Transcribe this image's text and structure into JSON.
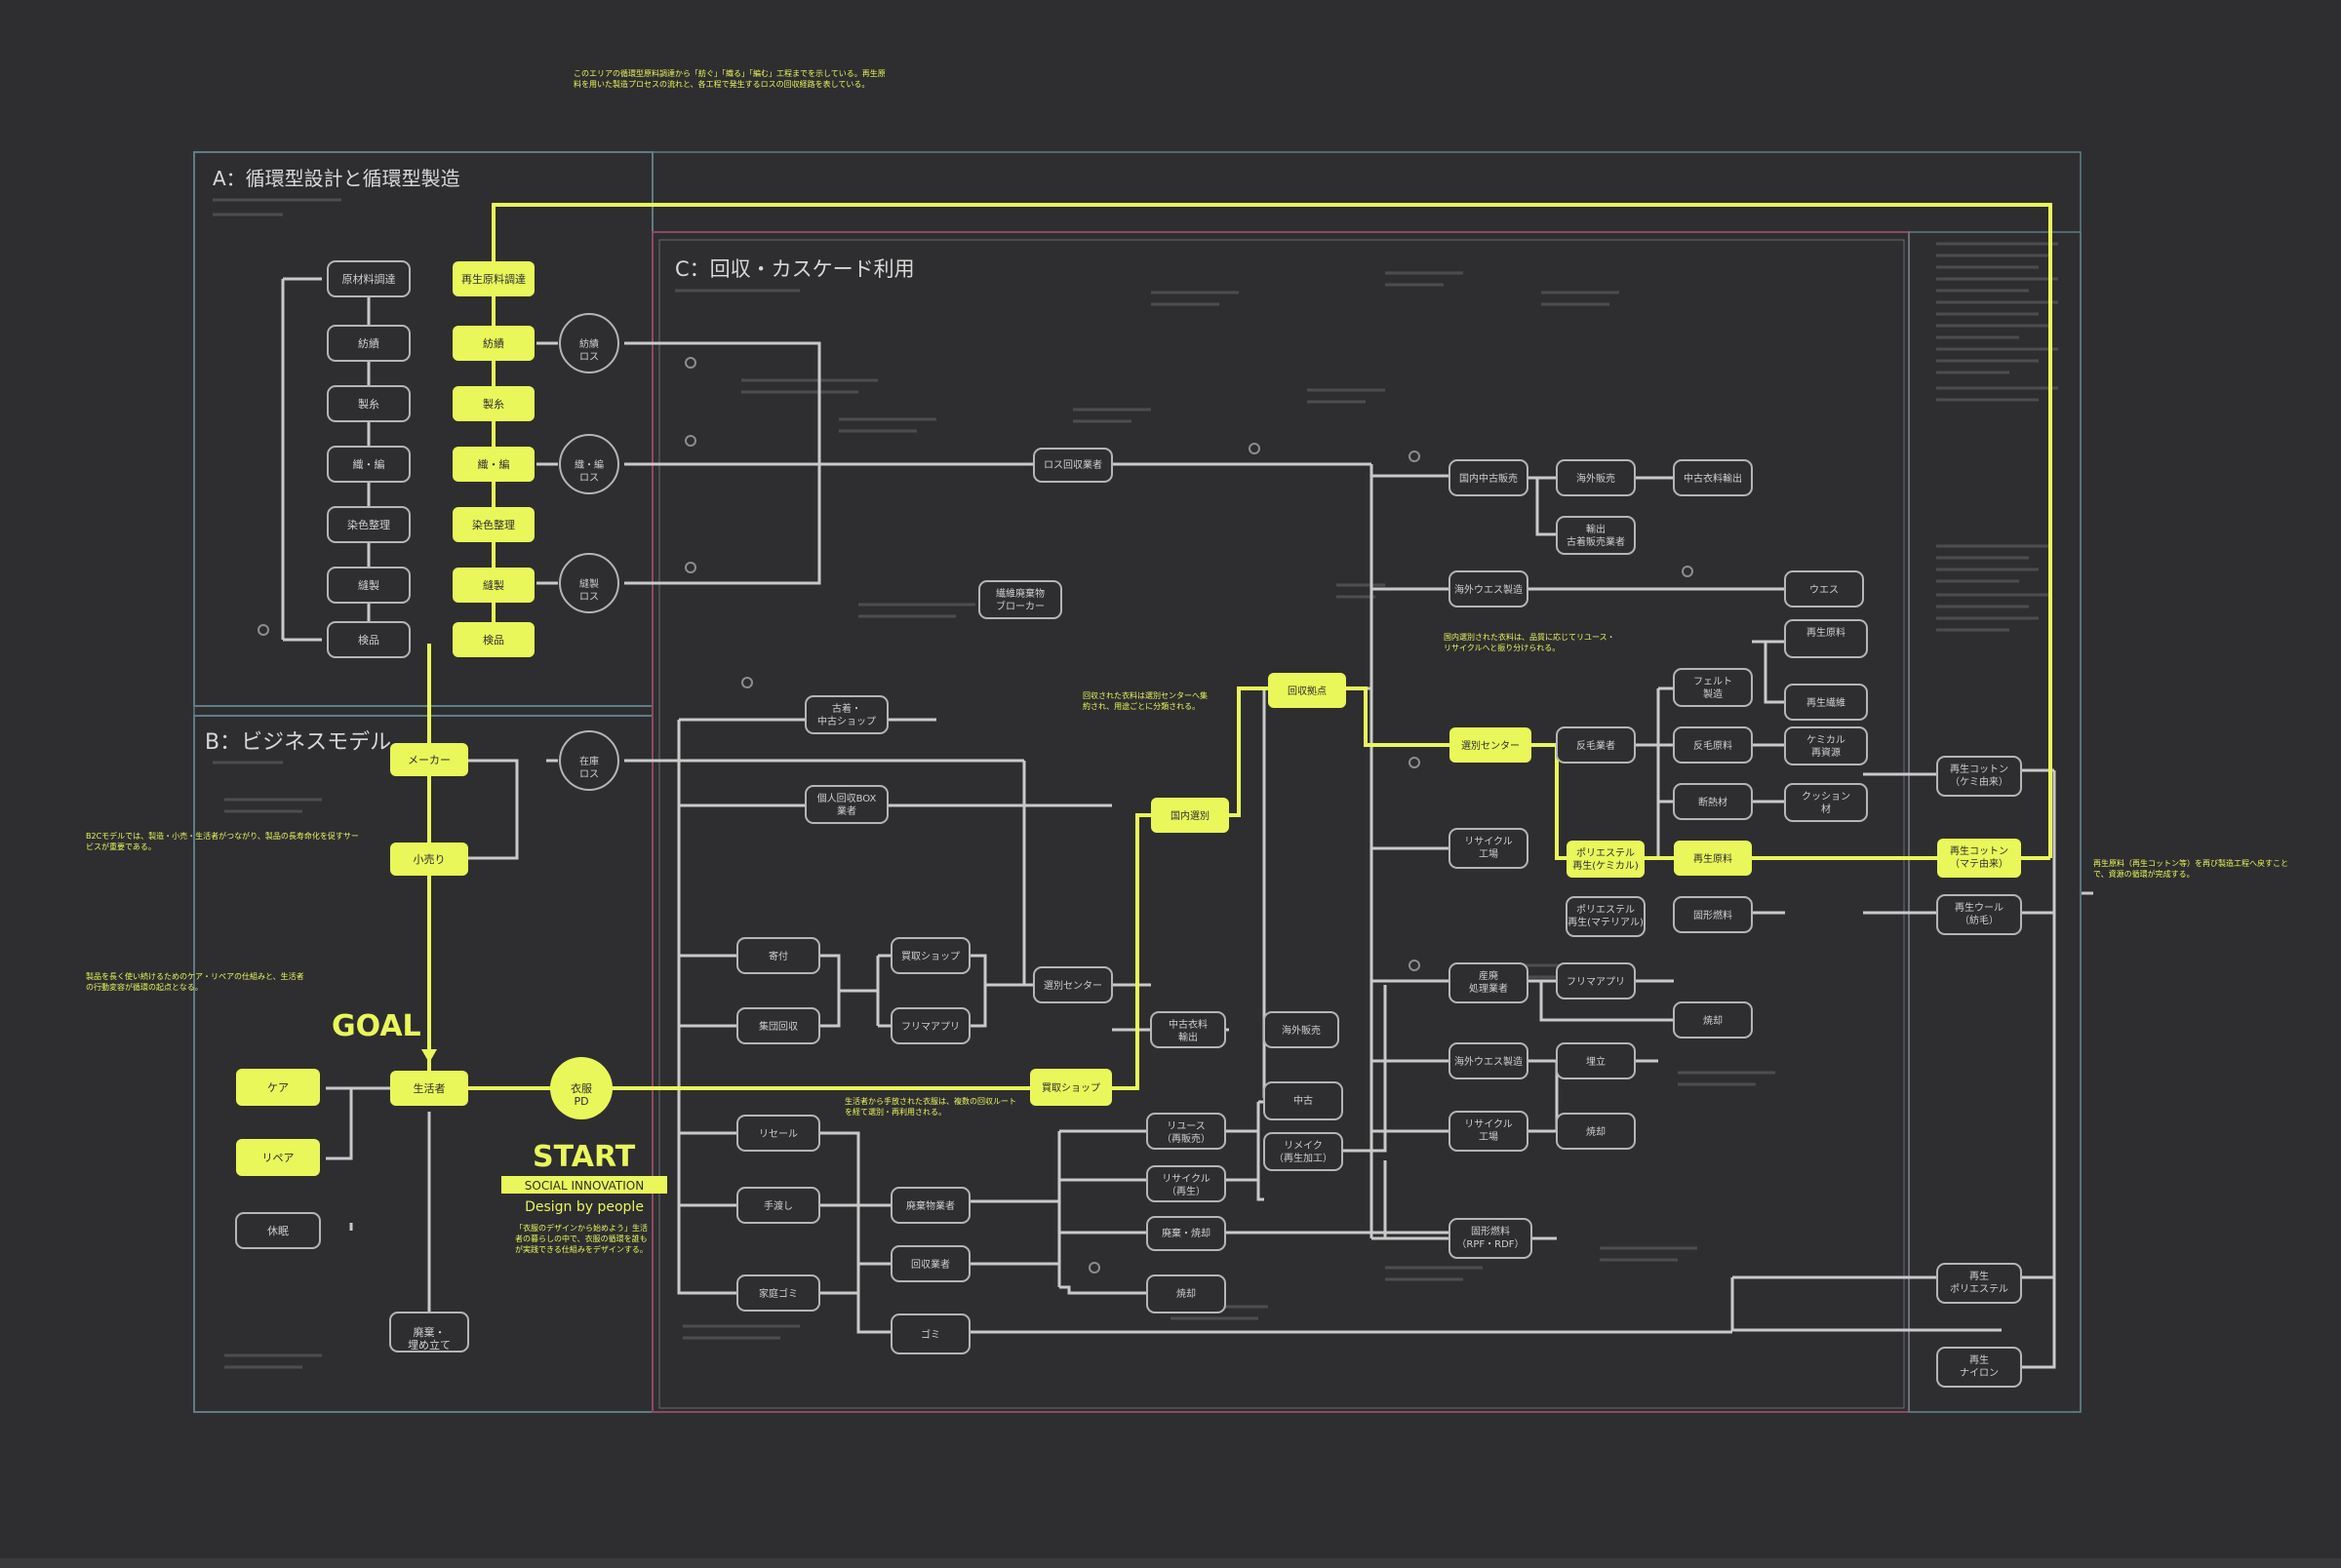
{
  "colors": {
    "background": "#2e2e30",
    "accent": "#e9f75a",
    "line": "#c9c9c9",
    "node_border": "#b5b5b5",
    "node_fill": "#2e2e30",
    "section_a_border": "#5f7d86",
    "section_c_border": "#8a4b62",
    "section_c_outer_border": "#6b6b72",
    "heading": "#d8d8d8",
    "faint_text": "#6e6e6e"
  },
  "sections": {
    "a_title": "A：循環型設計と循環型製造",
    "b_title": "B：ビジネスモデル",
    "c_title": "C：回収・カスケード利用"
  },
  "labels": {
    "goal": "GOAL",
    "start": "START",
    "social_tag": "SOCIAL INNOVATION",
    "design_by_people": "Design by people"
  },
  "nodes": {
    "start_circle": "衣服\nPD",
    "maker": "メーカー",
    "retail": "小売り",
    "consumer": "生活者",
    "care": "ケア",
    "repair": "リペア",
    "aa": "再生原料調達",
    "ab": "紡績",
    "ac": "製糸",
    "ad": "織・編",
    "ae": "染色整理",
    "af": "縫製",
    "ag": "検品",
    "ba": "原材料調達",
    "bb": "紡績",
    "bc": "製糸",
    "bd": "織・編",
    "be": "染色整理",
    "bf": "縫製",
    "bg": "検品",
    "circ1": "紡績\nロス",
    "circ2": "織・編\nロス",
    "circ3": "縫製\nロス",
    "circ4": "在庫\nロス",
    "c_loss_handler": "ロス回収業者",
    "c_broker": "繊維廃棄物\nブローカー",
    "c_used_shop": "古着・\n中古ショップ",
    "c_box": "個人回収BOX\n業者",
    "c_collect_hub": "回収拠点",
    "c_sort_center": "選別センター",
    "c_export_used": "中古衣料\n輸出",
    "c_domestic_sort": "国内選別",
    "c_rag": "ウエス",
    "c_domestic_sale": "国内中古販売",
    "c_overseas": "海外販売",
    "c_used_clothing": "中古衣料輸出",
    "c_used_export2": "輸出\n古着販売業者",
    "c_mixed_waste": "海外ウエス製造",
    "c_fiber_recovery": "反毛業者",
    "c_chem_recycle": "ケミカル\n再資源",
    "c_feltm": "フェルト\n製造",
    "c_cushion": "クッション\n材",
    "c_insulation": "断熱材",
    "c_fiber_recycled": "反毛原料",
    "c_pet_recycle": "ポリエステル\n再生(ケミカル)",
    "c_polyester_b": "ポリエステル\n再生(マテリアル)",
    "c_recyclers": "再生原料",
    "c_recycle_yarn": "再生繊維",
    "c_recycle_plant": "リサイクル\n工場",
    "c_waste_plant": "産廃\n処理業者",
    "c_recycle_fuel": "固形燃料",
    "c_rpf": "固形燃料\n（RPF・RDF）",
    "c_burn": "焼却",
    "c_landfill": "埋め立て",
    "c_reuse": "リユース\n（再販売）",
    "c_remake": "リメイク\n（再生加工）",
    "c_recycle2": "リサイクル\n（再生）",
    "c_donation": "寄付",
    "c_dispose": "廃棄・焼却",
    "c_buyback": "買取ショップ",
    "c_bulk": "集団回収",
    "c_fleamarket": "フリマアプリ",
    "c_resale": "リセール",
    "c_used2": "中古",
    "c_waste_a": "廃棄物業者",
    "c_collect_a": "回収業者",
    "c_hand": "手渡し",
    "c_home": "家庭ゴミ",
    "c_garbage": "ゴミ",
    "c_fire": "焼却",
    "c_bury": "埋立",
    "c_cotton1": "再生コットン\n（ケミ由来）",
    "c_cotton2": "再生コットン\n（マテ由来）",
    "c_poly_wool": "再生ウール\n（紡毛）",
    "c_poly2": "再生\nポリエステル",
    "c_nylon": "再生\nナイロン",
    "b_leftover": "廃棄・\n埋め立て",
    "b_idle": "休眠",
    "b_customer": "生活者"
  },
  "annotations": {
    "top": "このエリアの循環型原料調達から「紡ぐ」「織る」「編む」工程までを示している。再生原料を用いた製造プロセスの流れと、各工程で発生するロスの回収経路を表している。",
    "left_b1": "B2Cモデルでは、製造・小売・生活者がつながり、製品の長寿命化を促すサービスが重要である。",
    "left_b2": "製品を長く使い続けるためのケア・リペアの仕組みと、生活者の行動変容が循環の起点となる。",
    "right": "再生原料（再生コットン等）を再び製造工程へ戻すことで、資源の循環が完成する。",
    "start_note": "「衣服のデザインから始めよう」生活者の暮らしの中で、衣服の循環を誰もが実践できる仕組みをデザインする。",
    "mid_c1": "国内選別された衣料は、品質に応じてリユース・リサイクルへと振り分けられる。",
    "mid_c2": "回収された衣料は選別センターへ集約され、用途ごとに分類される。",
    "mid_c3": "生活者から手放された衣服は、複数の回収ルートを経て選別・再利用される。"
  }
}
